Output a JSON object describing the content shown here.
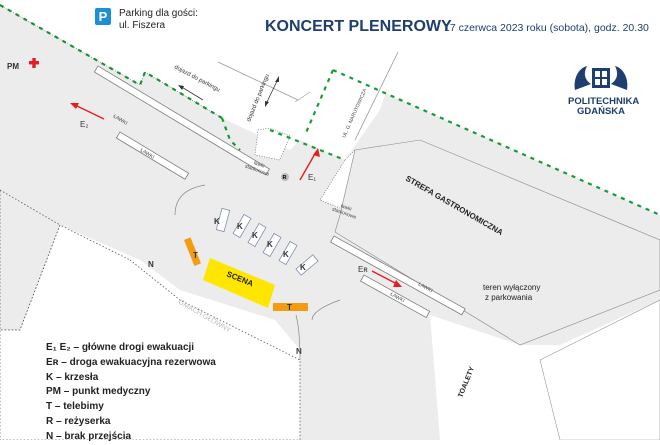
{
  "header": {
    "title": "KONCERT PLENEROWY",
    "date": "17 czerwca 2023 roku (sobota), godz. 20.30"
  },
  "parking": {
    "icon": "P",
    "line1": "Parking dla gości:",
    "line2": "ul. Fiszera"
  },
  "logo": {
    "line1": "POLITECHNIKA",
    "line2": "GDAŃSKA"
  },
  "map": {
    "pm": "PM",
    "e1": "E₁",
    "e2": "E₂",
    "er": "Eʀ",
    "street": "UL. G. NARUTOWICZA",
    "access1": "dojazd do parkingu",
    "access2": "dojazd do parkingu",
    "benches": "ŁAWKI",
    "stadium_benches_1": "ławki stadionowe",
    "stadium_benches_2": "ławki stadionowe",
    "r": "R",
    "k": "K",
    "stage": "SCENA",
    "t": "T",
    "n": "N",
    "main_building": "GMACH GŁÓWNY",
    "food_zone": "STREFA GASTRONOMICZNA",
    "no_parking_1": "teren wyłączony",
    "no_parking_2": "z parkowania",
    "toilets": "TOALETY"
  },
  "legend": [
    "E₁ E₂ – główne drogi ewakuacji",
    "Eʀ – droga ewakuacyjna rezerwowa",
    "K – krzesła",
    "PM – punkt medyczny",
    "T – telebimy",
    "R – reżyserka",
    "N – brak przejścia"
  ],
  "colors": {
    "gray": "#ececec",
    "green": "#1a9a3a",
    "red": "#e31e24",
    "stage": "#ffe600",
    "screen": "#f39c12",
    "navy": "#1d3e6e"
  }
}
